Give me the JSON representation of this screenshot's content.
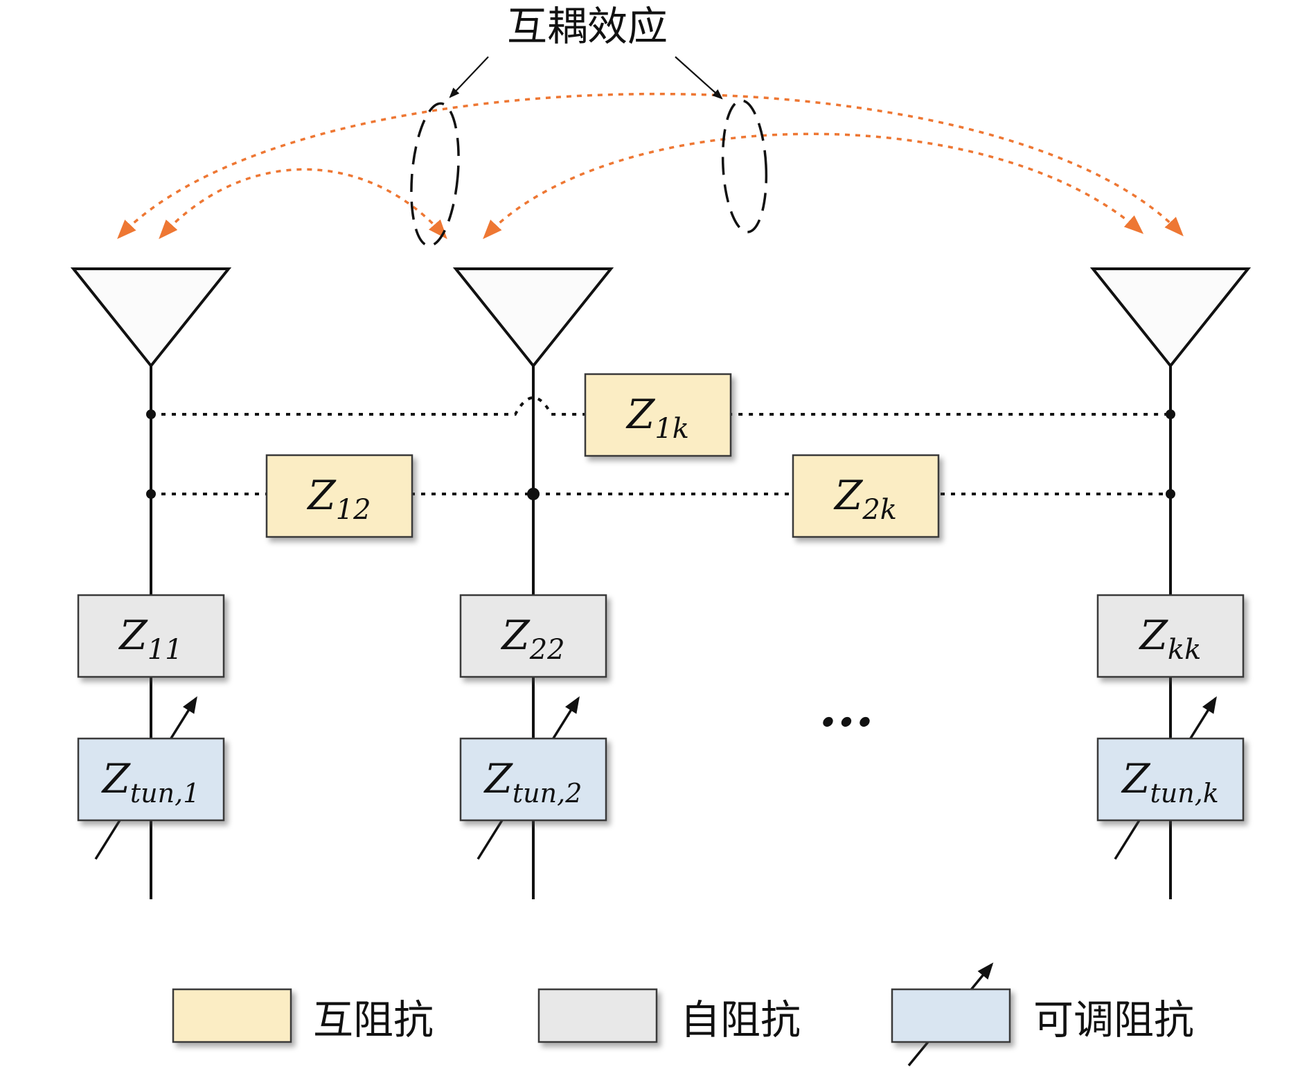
{
  "title": "互耦效应",
  "colors": {
    "mutual_impedance_fill": "#FBEDC4",
    "self_impedance_fill": "#E8E8E8",
    "tunable_impedance_fill": "#D9E5F1",
    "coupling": "#EE7733"
  },
  "impedances": {
    "z1k": {
      "symbol": "Z",
      "subscript": "1k"
    },
    "z12": {
      "symbol": "Z",
      "subscript": "12"
    },
    "z2k": {
      "symbol": "Z",
      "subscript": "2k"
    },
    "z11": {
      "symbol": "Z",
      "subscript": "11"
    },
    "z22": {
      "symbol": "Z",
      "subscript": "22"
    },
    "zkk": {
      "symbol": "Z",
      "subscript": "kk"
    },
    "ztun1": {
      "symbol": "Z",
      "subscript": "tun,1"
    },
    "ztun2": {
      "symbol": "Z",
      "subscript": "tun,2"
    },
    "ztunk": {
      "symbol": "Z",
      "subscript": "tun,k"
    }
  },
  "ellipsis": "...",
  "legend": {
    "mutual": "互阻抗",
    "self": "自阻抗",
    "tunable": "可调阻抗"
  }
}
